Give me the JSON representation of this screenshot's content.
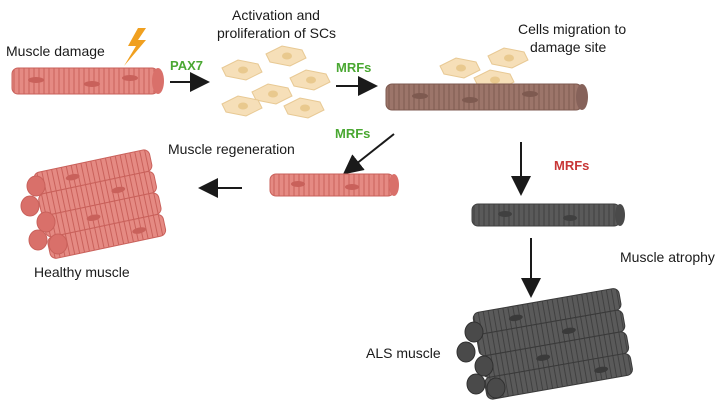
{
  "labels": {
    "muscle_damage": "Muscle damage",
    "activation_line1": "Activation and",
    "activation_line2": "proliferation of SCs",
    "migration_line1": "Cells migration to",
    "migration_line2": "damage site",
    "muscle_regeneration": "Muscle regeneration",
    "healthy_muscle": "Healthy muscle",
    "muscle_atrophy": "Muscle atrophy",
    "als_muscle": "ALS muscle"
  },
  "factors": {
    "pax7": "PAX7",
    "mrfs_top": "MRFs",
    "mrfs_left": "MRFs",
    "mrfs_right": "MRFs"
  },
  "colors": {
    "healthy_fiber": "#e58a83",
    "healthy_fiber_dark": "#c9615b",
    "migrating_fiber": "#9c756a",
    "atrophy_fiber": "#5a5a5a",
    "satellite_cell": "#f6dfb8",
    "pax7_text": "#4aa832",
    "mrfs_green": "#4aa832",
    "mrfs_red": "#c83737",
    "lightning": "#f0a020",
    "arrow": "#1a1a1a"
  },
  "icons": {
    "damage": "lightning-bolt-icon"
  }
}
